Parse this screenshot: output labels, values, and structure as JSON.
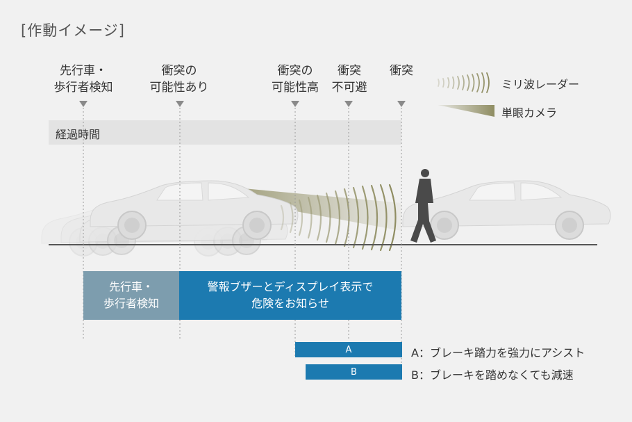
{
  "title": "[作動イメージ]",
  "stages": [
    {
      "line1": "先行車・",
      "line2": "歩行者検知"
    },
    {
      "line1": "衝突の",
      "line2": "可能性あり"
    },
    {
      "line1": "衝突の",
      "line2": "可能性高"
    },
    {
      "line1": "衝突",
      "line2": "不可避"
    },
    {
      "line1": "衝突",
      "line2": ""
    }
  ],
  "legend": {
    "radar": "ミリ波レーダー",
    "camera": "単眼カメラ"
  },
  "timeline": {
    "label": "経過時間"
  },
  "phases": {
    "detect": {
      "line1": "先行車・",
      "line2": "歩行者検知"
    },
    "warn": {
      "line1": "警報ブザーとディスプレイ表示で",
      "line2": "危険をお知らせ"
    }
  },
  "brake": {
    "a_bar": "A",
    "b_bar": "B",
    "a_desc": "A：ブレーキ踏力を強力にアシスト",
    "b_desc": "B：ブレーキを踏めなくても減速"
  },
  "colors": {
    "background": "#f1f1f1",
    "blue": "#1c7ab0",
    "grey_blue": "#7d9dae",
    "sensor_olive": "#8f8d62"
  }
}
